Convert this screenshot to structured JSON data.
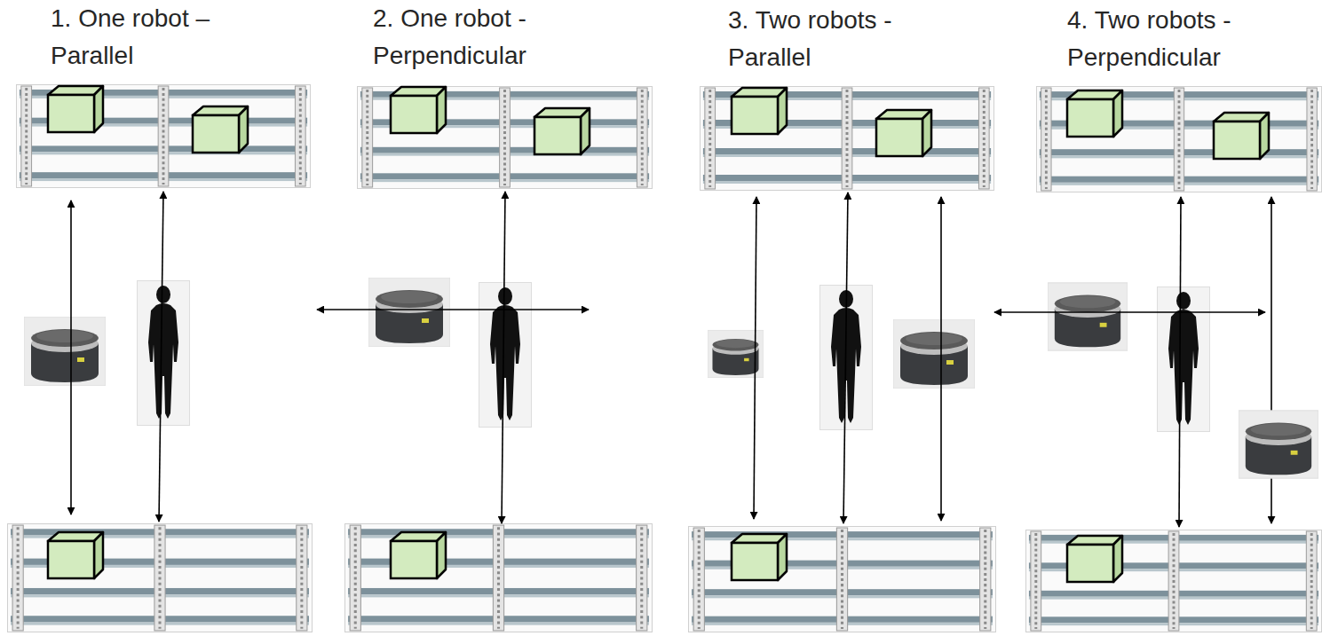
{
  "diagram": {
    "labels": [
      "1. One robot – Parallel",
      "2. One robot - Perpendicular",
      "3. Two robots - Parallel",
      "4. Two robots - Perpendicular"
    ]
  }
}
